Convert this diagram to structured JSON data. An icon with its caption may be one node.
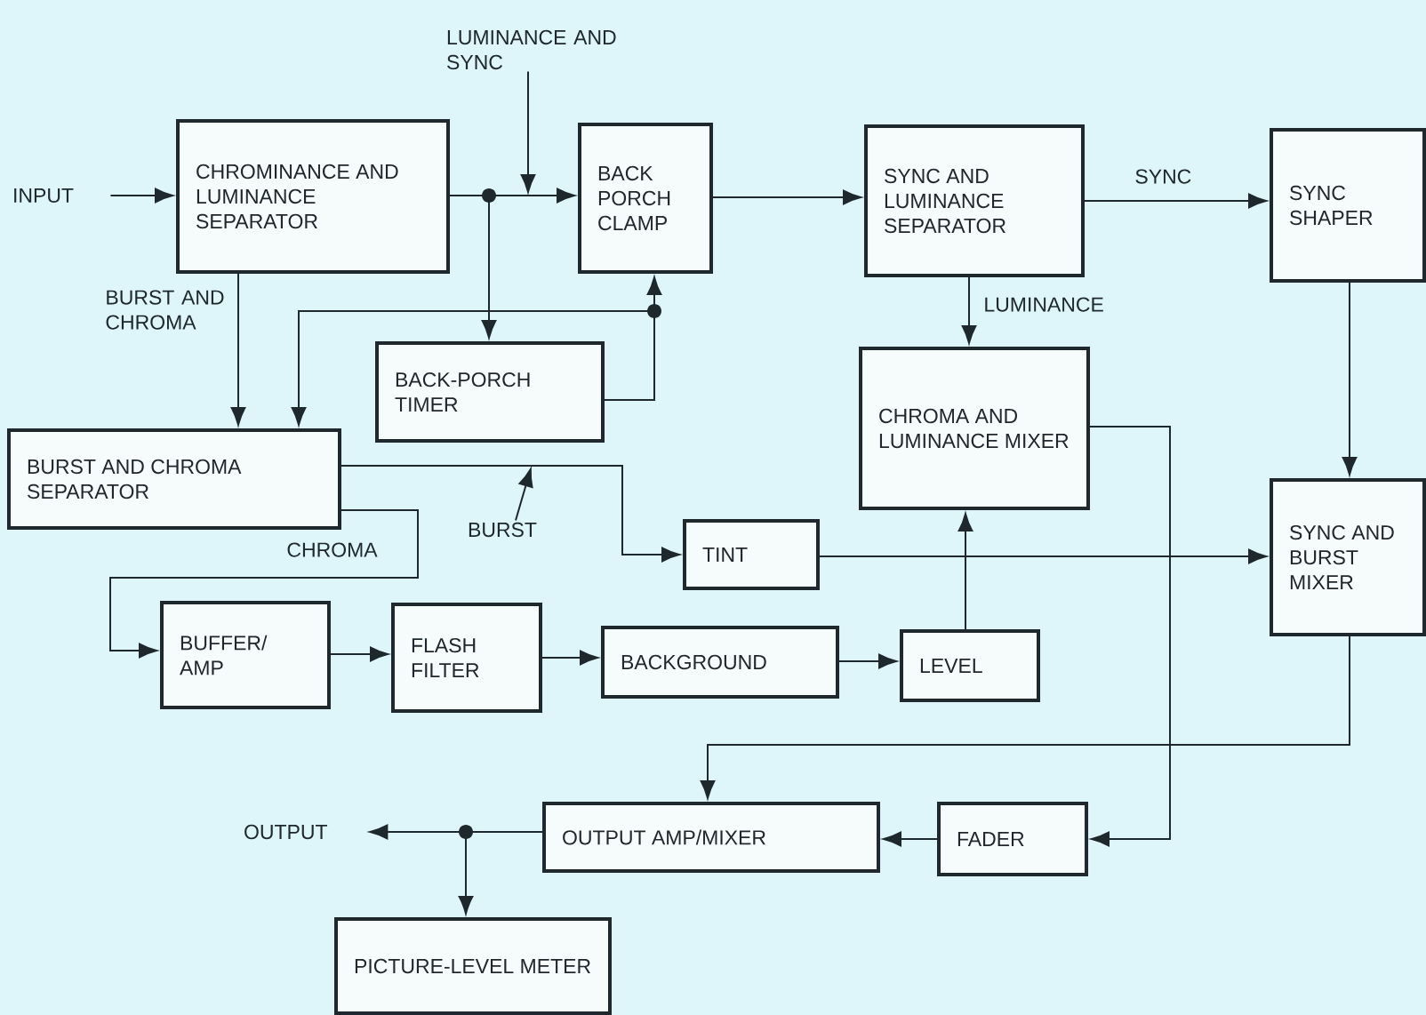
{
  "diagram": {
    "nodes": [
      {
        "text": [
          "LUMINANCE AND SYNC"
        ]
      },
      {
        "text": [
          "INPUT"
        ]
      },
      {
        "text": [
          "CHROMINANCE AND LUMINANCE SEPARATOR"
        ]
      },
      {
        "text": [
          "BACK PORCH CLAMP"
        ]
      },
      {
        "text": [
          "SYNC AND LUMINANCE SEPARATOR"
        ]
      },
      {
        "text": [
          "SYNC SHAPER"
        ]
      },
      {
        "text": [
          "BACK-PORCH TIMER"
        ]
      },
      {
        "text": [
          "CHROMA AND LUMINANCE MIXER"
        ]
      },
      {
        "text": [
          "BURST AND CHROMA SEPARATOR"
        ]
      },
      {
        "text": [
          "BURST"
        ]
      },
      {
        "text": [
          "TINT"
        ]
      },
      {
        "text": [
          "SYNC AND BURST MIXER"
        ]
      },
      {
        "text": [
          "BUFFER/ AMP"
        ]
      },
      {
        "text": [
          "FLASH FILTER"
        ]
      },
      {
        "text": [
          "BACKGROUND"
        ]
      },
      {
        "text": [
          "LEVEL"
        ]
      },
      {
        "text": [
          "OUTPUT"
        ]
      },
      {
        "text": [
          "OUTPUT AMP/MIXER"
        ]
      },
      {
        "text": [
          "FADER"
        ]
      },
      {
        "text": [
          "PICTURE-LEVEL METER"
        ]
      }
    ],
    "edges": [
      {
        "from": 1,
        "to": 2,
        "arrow": "to"
      },
      {
        "from": 2,
        "to": 3,
        "arrow": "to"
      },
      {
        "from": 2,
        "to": 6,
        "arrow": "to"
      },
      {
        "from": 2,
        "to": 8,
        "arrow": "to",
        "label": "BURST AND CHROMA"
      },
      {
        "from": 6,
        "to": 3,
        "arrow": "to"
      },
      {
        "from": 6,
        "to": 8,
        "arrow": "to"
      },
      {
        "from": 3,
        "to": 4,
        "arrow": "to"
      },
      {
        "from": 4,
        "to": 5,
        "arrow": "to",
        "label": "SYNC"
      },
      {
        "from": 4,
        "to": 7,
        "arrow": "to",
        "label": "LUMINANCE"
      },
      {
        "from": 5,
        "to": 11,
        "arrow": "to"
      },
      {
        "from": 8,
        "to": 10,
        "arrow": "to"
      },
      {
        "from": 8,
        "to": 12,
        "arrow": "to",
        "label": "CHROMA"
      },
      {
        "from": 10,
        "to": 11,
        "arrow": "to"
      },
      {
        "from": 12,
        "to": 13,
        "arrow": "to"
      },
      {
        "from": 13,
        "to": 14,
        "arrow": "to"
      },
      {
        "from": 14,
        "to": 15,
        "arrow": "to"
      },
      {
        "from": 15,
        "to": 7,
        "arrow": "to"
      },
      {
        "from": 7,
        "to": 18,
        "arrow": "to"
      },
      {
        "from": 11,
        "to": 17,
        "arrow": "to"
      },
      {
        "from": 18,
        "to": 17,
        "arrow": "to"
      },
      {
        "from": 17,
        "to": 16,
        "arrow": "to"
      },
      {
        "from": 17,
        "to": 19,
        "arrow": "to"
      },
      {
        "from": 0,
        "to": null,
        "arrow": "to"
      },
      {
        "from": 9,
        "to": null,
        "arrow": "to"
      }
    ]
  }
}
